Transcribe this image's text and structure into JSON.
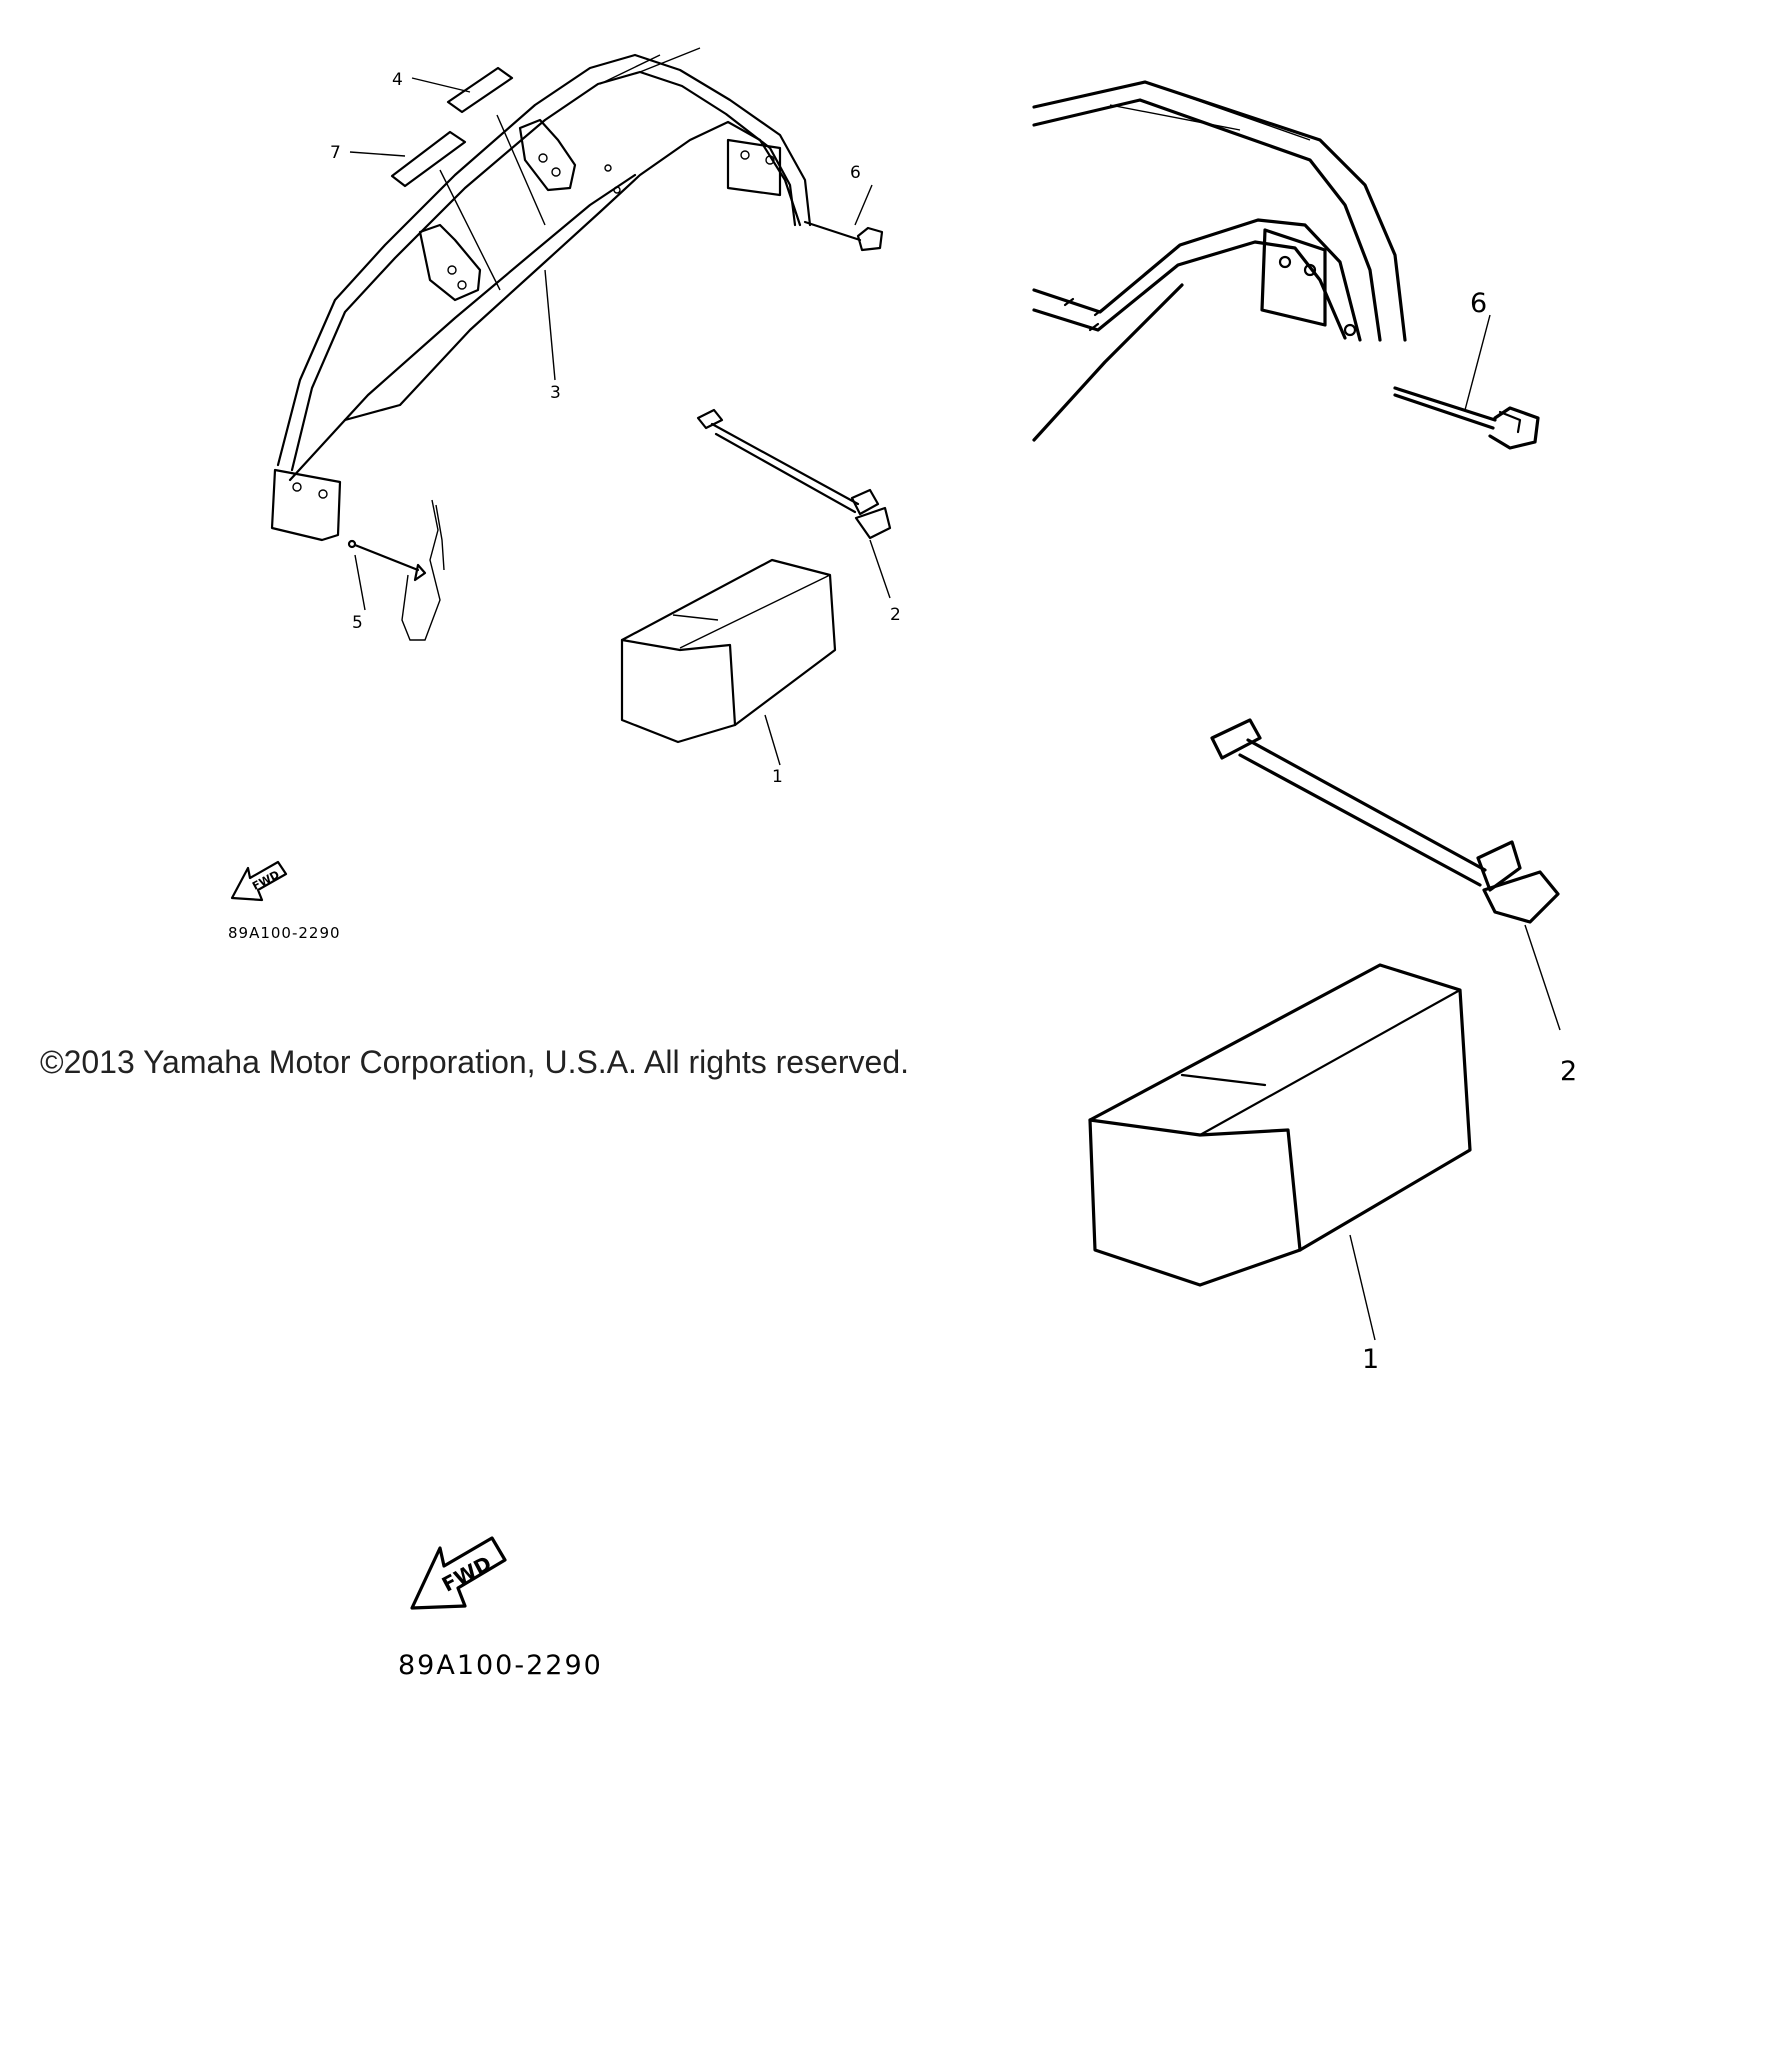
{
  "copyright": "©2013 Yamaha Motor Corporation, U.S.A. All rights reserved.",
  "diagram_code": "89A100-2290",
  "fwd_label": "FWD",
  "callouts": [
    "1",
    "2",
    "3",
    "4",
    "5",
    "6",
    "7"
  ],
  "detail_callouts": [
    "6",
    "2",
    "1"
  ]
}
